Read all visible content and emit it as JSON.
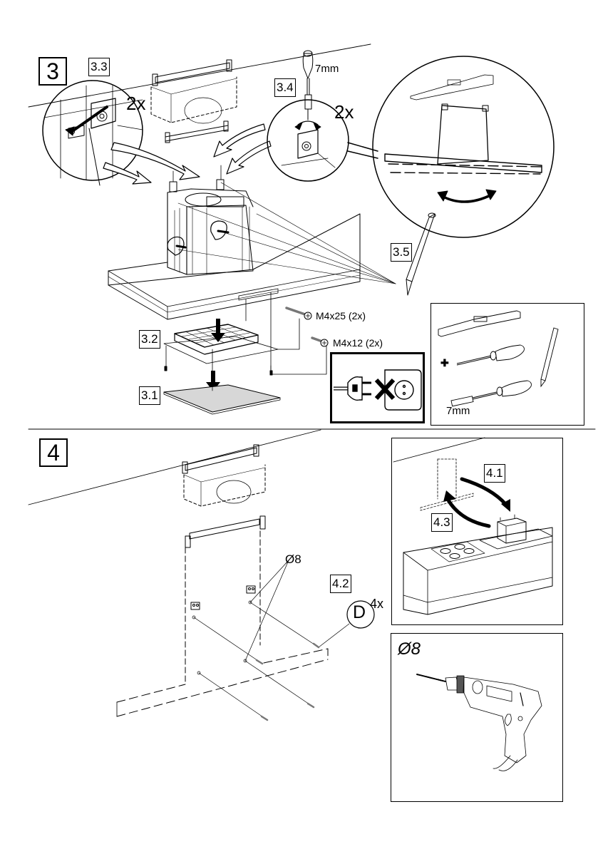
{
  "document": {
    "type": "installation-instructions",
    "subject": "cooker hood wall mounting"
  },
  "step3": {
    "number": "3",
    "substeps": {
      "s31": "3.1",
      "s32": "3.2",
      "s33": "3.3",
      "s34": "3.4",
      "s35": "3.5"
    },
    "detail_33_multiplier": "2x",
    "detail_34_multiplier": "2x",
    "detail_34_tool_size": "7mm",
    "screws": [
      {
        "spec": "M4x25 (2x)"
      },
      {
        "spec": "M4x12 (2x)"
      }
    ],
    "warning": "unplug-before-work-icon",
    "tools_panel": {
      "tools": [
        "spirit-level",
        "phillips-screwdriver",
        "pencil",
        "nut-driver"
      ],
      "nut_driver_size": "7mm",
      "phillips_symbol": "✚"
    }
  },
  "step4": {
    "number": "4",
    "substeps": {
      "s41": "4.1",
      "s42": "4.2",
      "s43": "4.3"
    },
    "drill_diameter": "Ø8",
    "fixing_label": "D",
    "fixing_multiplier": "4x",
    "drill_panel_label": "Ø8"
  }
}
